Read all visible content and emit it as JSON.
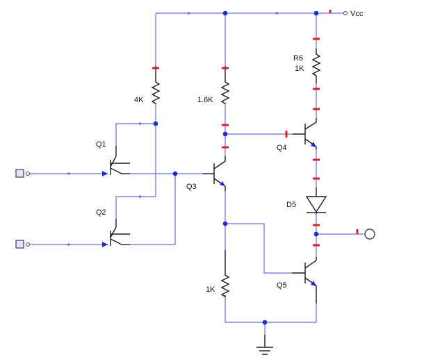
{
  "labels": {
    "vcc": "Vcc",
    "r6_name": "R6",
    "r6_value": "1K",
    "r_4k": "4K",
    "r_1_6k": "1.6K",
    "r_1k": "1K",
    "q1": "Q1",
    "q2": "Q2",
    "q3": "Q3",
    "q4": "Q4",
    "q5": "Q5",
    "d5": "D5"
  },
  "colors": {
    "wire": "#6a6ae0",
    "component": "#1a1a1a",
    "pin_marker": "#d8202a",
    "junction": "#1d2bd6"
  }
}
